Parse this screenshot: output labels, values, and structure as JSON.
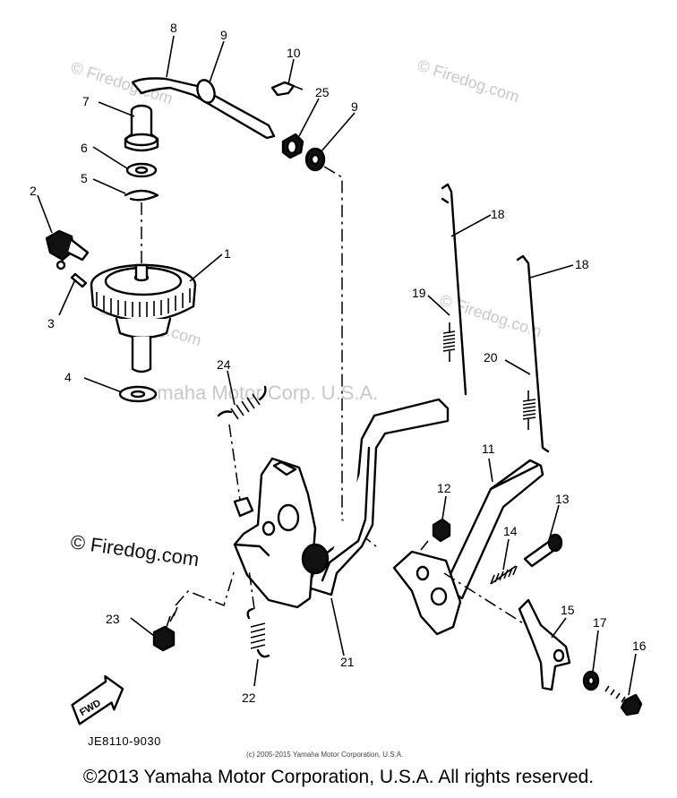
{
  "watermarks": {
    "firedog_small": "© Firedog.com",
    "firedog_large": "© Firedog.com",
    "yamaha": "Yamaha Motor Corp. U.S.A."
  },
  "callouts": [
    "1",
    "2",
    "3",
    "4",
    "5",
    "6",
    "7",
    "8",
    "9",
    "9",
    "10",
    "11",
    "12",
    "13",
    "14",
    "15",
    "16",
    "17",
    "18",
    "18",
    "19",
    "20",
    "21",
    "22",
    "23",
    "24",
    "25"
  ],
  "diagram_code": "JE8110-9030",
  "fwd_label": "FWD",
  "small_copyright": "(c) 2005-2015 Yamaha Motor Corporation, U.S.A.",
  "footer_copyright": "©2013 Yamaha Motor Corporation, U.S.A. All rights reserved."
}
